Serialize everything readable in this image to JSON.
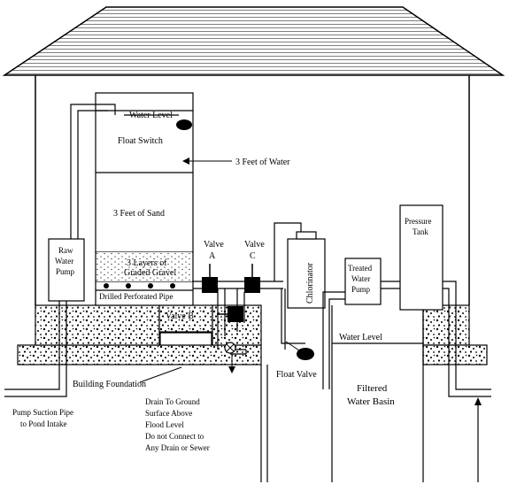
{
  "diagram": {
    "labels": {
      "water_level_top": "Water Level",
      "float_switch": "Float Switch",
      "three_feet_water": "3 Feet of Water",
      "three_feet_sand": "3 Feet of  Sand",
      "gravel_line1": "3 Layers of",
      "gravel_line2": "Graded Gravel",
      "drilled_pipe": "Drilled Perforated Pipe",
      "raw_pump_1": "Raw",
      "raw_pump_2": "Water",
      "raw_pump_3": "Pump",
      "valve_a_1": "Valve",
      "valve_a_2": "A",
      "valve_c_1": "Valve",
      "valve_c_2": "C",
      "valve_b": "Valve B",
      "chlorinator": "Chlorinator",
      "treated_pump_1": "Treated",
      "treated_pump_2": "Water",
      "treated_pump_3": "Pump",
      "pressure_tank_1": "Pressure",
      "pressure_tank_2": "Tank",
      "water_level_basin": "Water Level",
      "float_valve": "Float Valve",
      "filtered_basin_1": "Filtered",
      "filtered_basin_2": "Water Basin",
      "building_foundation": "Building Foundation",
      "pump_suction_1": "Pump Suction Pipe",
      "pump_suction_2": "to Pond Intake",
      "drain_1": "Drain To Ground",
      "drain_2": "Surface Above",
      "drain_3": "Flood Level",
      "drain_4": "Do not Connect to",
      "drain_5": "Any Drain or Sewer"
    }
  }
}
